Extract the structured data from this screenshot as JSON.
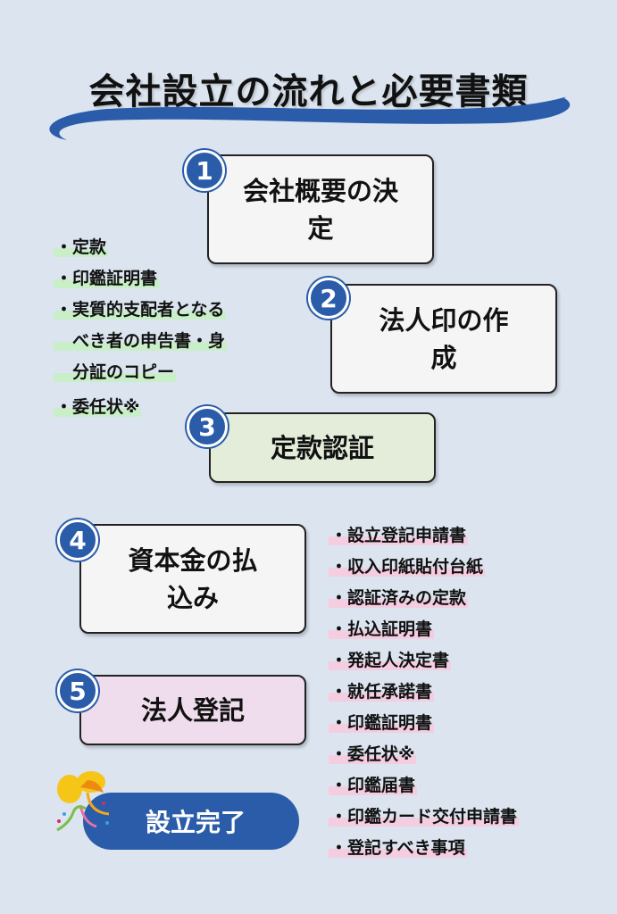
{
  "title": "会社設立の流れと必要書類",
  "steps": [
    {
      "num": "1",
      "label": "会社概要の決定"
    },
    {
      "num": "2",
      "label": "法人印の作成"
    },
    {
      "num": "3",
      "label": "定款認証"
    },
    {
      "num": "4",
      "label": "資本金の払込み"
    },
    {
      "num": "5",
      "label": "法人登記"
    }
  ],
  "left_docs": [
    "・定款",
    "・印鑑証明書",
    "・実質的支配者となる",
    "　べき者の申告書・身",
    "　分証のコピー",
    "・委任状※"
  ],
  "right_docs": [
    "・設立登記申請書",
    "・収入印紙貼付台紙",
    "・認証済みの定款",
    "・払込証明書",
    "・発起人決定書",
    "・就任承諾書",
    "・印鑑証明書",
    "・委任状※",
    "・印鑑届書",
    "・印鑑カード交付申請書",
    "・登記すべき事項"
  ],
  "done": "設立完了",
  "colors": {
    "background": "#dbe4ef",
    "accent": "#2a5caa",
    "step3": "#e4edda",
    "step5": "#efdcec"
  }
}
